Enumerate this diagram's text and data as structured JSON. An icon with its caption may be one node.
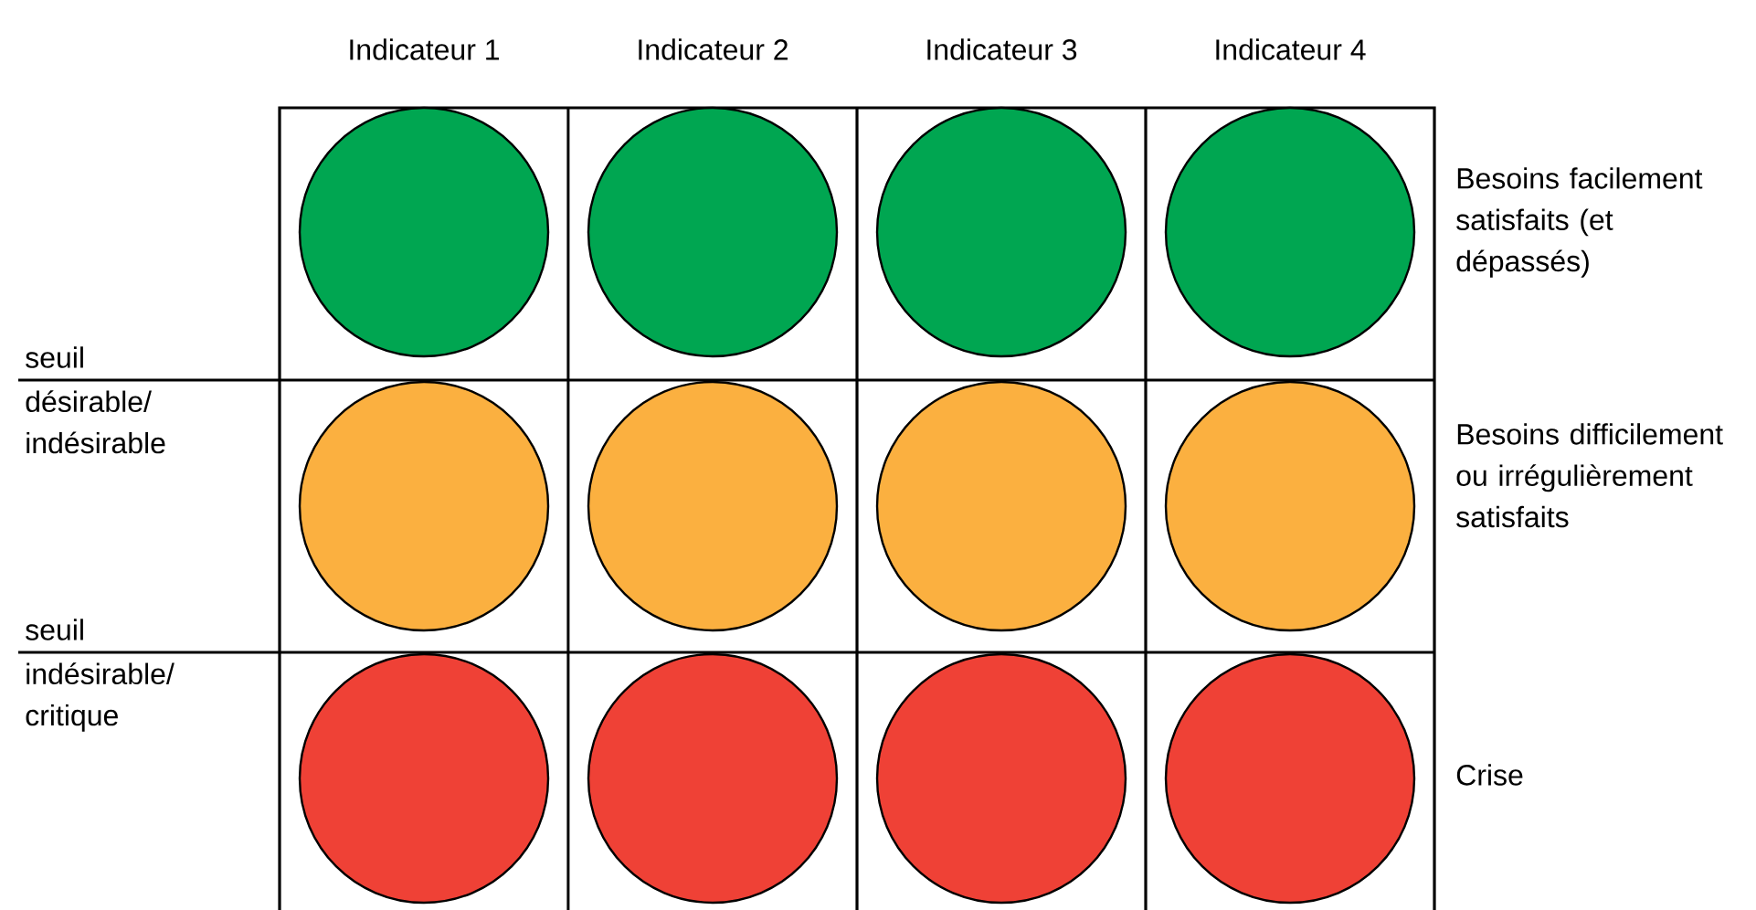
{
  "diagram": {
    "nodes": [
      {
        "text": [],
        "shape": "circle"
      },
      {
        "text": [],
        "shape": "circle"
      },
      {
        "text": [],
        "shape": "circle"
      },
      {
        "text": [],
        "shape": "circle"
      },
      {
        "text": [],
        "shape": "circle"
      },
      {
        "text": [],
        "shape": "circle"
      },
      {
        "text": [],
        "shape": "circle"
      },
      {
        "text": [],
        "shape": "circle"
      },
      {
        "text": [],
        "shape": "circle"
      },
      {
        "text": [],
        "shape": "circle"
      },
      {
        "text": [],
        "shape": "circle"
      },
      {
        "text": [],
        "shape": "circle"
      }
    ],
    "edges": [],
    "labels": [
      "Indicateur 1",
      "Indicateur 2",
      "Indicateur 3",
      "Indicateur 4",
      "Besoins facilement satisfaits (et dépassés)",
      "seuil",
      "désirable/ indésirable",
      "Besoins difficilement ou irrégulièrement satisfaits",
      "seuil",
      "indésirable/ critique",
      "Crise"
    ]
  }
}
